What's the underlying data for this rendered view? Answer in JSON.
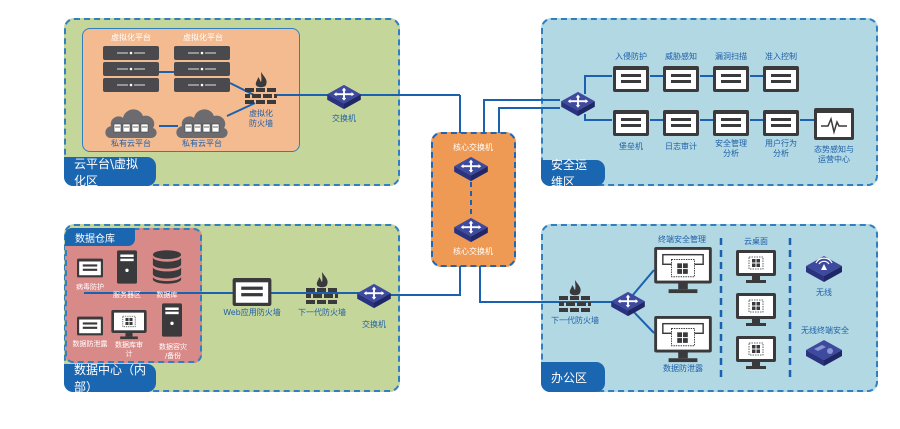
{
  "zones": {
    "cloud": {
      "label": "云平台\\虚拟化区"
    },
    "security_ops": {
      "label": "安全运维区"
    },
    "data_center": {
      "label": "数据中心（内部）"
    },
    "office": {
      "label": "办公区"
    }
  },
  "cloud": {
    "servers": [
      "虚拟化平台",
      "虚拟化平台"
    ],
    "clouds": [
      "私有云平台",
      "私有云平台"
    ],
    "virtual_firewall": "虚拟化\n防火墙",
    "virtual_firewall_line1": "虚拟化",
    "virtual_firewall_line2": "防火墙",
    "switch": "交换机"
  },
  "core": {
    "top_label": "核心交换机",
    "bottom_label": "核心交换机"
  },
  "security_ops": {
    "row1": [
      "入侵防护",
      "威胁感知",
      "漏洞扫描",
      "准入控制"
    ],
    "row2": [
      {
        "l1": "堡垒机",
        "l2": ""
      },
      {
        "l1": "日志审计",
        "l2": ""
      },
      {
        "l1": "安全管理",
        "l2": "分析"
      },
      {
        "l1": "用户行为",
        "l2": "分析"
      }
    ],
    "soc": {
      "l1": "态势感知与",
      "l2": "运营中心"
    }
  },
  "data_center": {
    "warehouse_label": "数据仓库",
    "items": [
      {
        "l1": "病毒防护",
        "l2": ""
      },
      {
        "l1": "服务器区",
        "l2": ""
      },
      {
        "l1": "数据库",
        "l2": ""
      },
      {
        "l1": "数据防泄露",
        "l2": ""
      },
      {
        "l1": "数据库审",
        "l2": "计"
      },
      {
        "l1": "数据容灾",
        "l2": "/备份"
      }
    ],
    "waf": "Web应用防火墙",
    "ngfw": "下一代防火墙",
    "switch": "交换机"
  },
  "office": {
    "ngfw": "下一代防火墙",
    "endpoint_mgmt": "终端安全管理",
    "dlp": "数据防泄露",
    "cloud_desktop": "云桌面",
    "wireless": "无线",
    "wireless_security": "无线终端安全"
  }
}
